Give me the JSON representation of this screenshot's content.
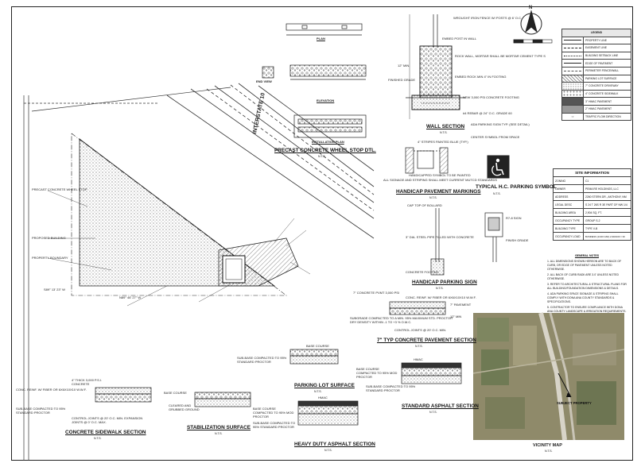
{
  "site_plan": {
    "road_label": "INTERSTATE 10",
    "left_notes": [
      "PRECAST CONCRETE WHEEL STOP",
      "PROPERTY BOUNDARY",
      "PROPOSED BUILDING",
      "S89° 13' 23\" W",
      "N89° 46' 27\" W"
    ]
  },
  "wheel_stop": {
    "title": "PRECAST CONCRETE WHEEL STOP DTL.",
    "scale": "N.T.S.",
    "plan_label": "PLAN",
    "end_view_label": "END VIEW",
    "elevation_label": "ELEVATION",
    "installation_label": "INSTALLATION PLAN"
  },
  "wall_section": {
    "title": "WALL SECTION",
    "scale": "N.T.S.",
    "notes": [
      "WROUGHT IRON FENCE W/ POSTS @ 6' O.C.",
      "EMBED POST IN WALL",
      "ROCK WALL, MORTAR SHALL BE MORTAR CEMENT TYPE S",
      "EMBED ROCK MIN 4\" IN FOOTING",
      "FINISHED GRADE",
      "NEW 3,000 PSI CONCRETE FOOTING",
      "#4 REBAR @ 24\" O.C. GRADE 60",
      "12\" MIN."
    ]
  },
  "handicap_markings": {
    "title": "HANDICAP PAVEMENT MARKINGS",
    "scale": "N.T.S.",
    "symbol_title": "TYPICAL H.C. PARKING SYMBOL",
    "symbol_scale": "N.T.S.",
    "notes": [
      "ADA PARKING SIGN TYP. (SEE DETAIL)",
      "CENTER SYMBOL FROM SPACE",
      "HANDICAPPED SYMBOL TO BE PAINTED",
      "4\" STRIPES PAINTED BLUE (TYP.)",
      "ALL SIGNAGE AND STRIPING SHALL MEET CURRENT MUTCD STANDARDS"
    ]
  },
  "handicap_sign": {
    "title": "HANDICAP PARKING SIGN",
    "scale": "N.T.S.",
    "notes": [
      "CAP TOP OF BOLLARD",
      "R7-8 SIGN",
      "FINISH GRADE",
      "CONCRETE FOOTING",
      "3\" DIA. STEEL PIPE FILLED WITH CONCRETE"
    ]
  },
  "compass": {
    "north_label": "N"
  },
  "legend": {
    "title": "LEGEND",
    "items": [
      "PROPERTY LINE",
      "EASEMENT LINE",
      "BUILDING SETBACK LINE",
      "EDGE OF PAVEMENT",
      "PERIMETER FENCE/WALL",
      "PARKING LOT SURFACE",
      "7\" CONCRETE DRIVEWAY",
      "4\" CONCRETE SIDEWALK",
      "3\" HMAC PAVEMENT",
      "2\" HMAC PAVEMENT",
      "TRAFFIC FLOW DIRECTION"
    ]
  },
  "site_info": {
    "title": "SITE INFORMATION",
    "rows": [
      {
        "label": "ZONING",
        "value": "C1"
      },
      {
        "label": "OWNER",
        "value": "PEMA RE HOLDINGS, LLC"
      },
      {
        "label": "ADDRESS",
        "value": "2260 STERN DR., ANTHONY, NM"
      },
      {
        "label": "LEGAL DESC",
        "value": "S 24 T 26S R 3E PART OF NW 1/4"
      },
      {
        "label": "BUILDING AREA",
        "value": "2,904 SQ. FT."
      },
      {
        "label": "OCCUPANCY TYPE",
        "value": "GROUP S-2"
      },
      {
        "label": "BUILDING TYPE",
        "value": "TYPE V-B"
      },
      {
        "label": "OCCUPANCY LOAD",
        "value": "BUSINESS (1/100 GSF) 2,904/100 = 30"
      }
    ]
  },
  "general_notes": {
    "title": "GENERAL NOTES",
    "items": [
      "1. ALL DIMENSIONS SHOWN HEREON ARE TO BACK OF CURB, OR EDGE OF PAVEMENT UNLESS NOTED OTHERWISE.",
      "2. ALL BACK OF CURB RADII ARE 3.0' UNLESS NOTED OTHERWISE.",
      "3. REFER TO ARCHITECTURAL & STRUCTURAL PLANS FOR ALL BUILDING/FOUNDATION DIMENSIONS & DETAILS.",
      "4. ADA PARKING SPACE SIGNAGE & STRIPING SHALL COMPLY WITH DONA ANA COUNTY STANDARDS & SPECIFICATIONS.",
      "5. CONTRACTOR TO ENSURE COMPLIANCE WITH DONA ANA COUNTY LANDSCAPE & IRRIGATION REQUIREMENTS."
    ]
  },
  "concrete_pavement": {
    "title": "7\" TYP CONCRETE PAVEMENT SECTION",
    "scale": "N.T.S.",
    "notes": [
      "7\" CONCRETE PVMT 3,000 PSI",
      "CONC. REINF. W/ FIBER OR 6X6X10X10 W.W.F.",
      "7\" PAVEMENT",
      "12\" MIN",
      "SUBGRADE COMPACTED TO A MIN. 95% MAXIMUM STD. PROCTOR DRY DENSITY WITHIN -1 TO +3 % O.M.C.",
      "CONTROL JOINTS @ 20' O.C. MIN."
    ]
  },
  "parking_lot": {
    "title": "PARKING LOT SURFACE",
    "scale": "N.T.S.",
    "notes": [
      "BASE COURSE",
      "SUB-BASE COMPACTED TO 95% STANDARD PROCTOR"
    ]
  },
  "standard_asphalt": {
    "title": "STANDARD ASPHALT SECTION",
    "scale": "N.T.S.",
    "notes": [
      "HMAC",
      "BASE COURSE COMPACTED TO 95% MOD PROCTOR",
      "SUB-BASE COMPACTED TO 95% STANDARD PROCTOR"
    ]
  },
  "sidewalk": {
    "title": "CONCRETE SIDEWALK SECTION",
    "scale": "N.T.S.",
    "notes": [
      "4\" THICK 3,000 P.S.I. CONCRETE",
      "CONC. REINF. W/ FIBER OR 6X6X10X10 W.W.F.",
      "SUB-BASE COMPACTED TO 95% STANDARD PROCTOR",
      "CONTROL JOINTS @ 20' O.C. MIN. EXPANSION JOINTS @ 0' O.C. MAX."
    ]
  },
  "stabilization": {
    "title": "STABILIZATION SURFACE",
    "scale": "N.T.S.",
    "notes": [
      "BASE COURSE",
      "CLEARED AND GRUBBED GROUND"
    ]
  },
  "heavy_asphalt": {
    "title": "HEAVY DUTY ASPHALT SECTION",
    "scale": "N.T.S.",
    "notes": [
      "HMAC",
      "BASE COURSE COMPACTED TO 95% MOD PROCTOR",
      "SUB-BASE COMPACTED TO 95% STANDARD PROCTOR"
    ]
  },
  "vicinity_map": {
    "title": "VICINITY MAP",
    "scale": "N.T.S.",
    "marker_label": "SUBJECT PROPERTY"
  },
  "colors": {
    "line": "#222222",
    "hatch": "#555555",
    "aerial": "#8f8a6a"
  }
}
